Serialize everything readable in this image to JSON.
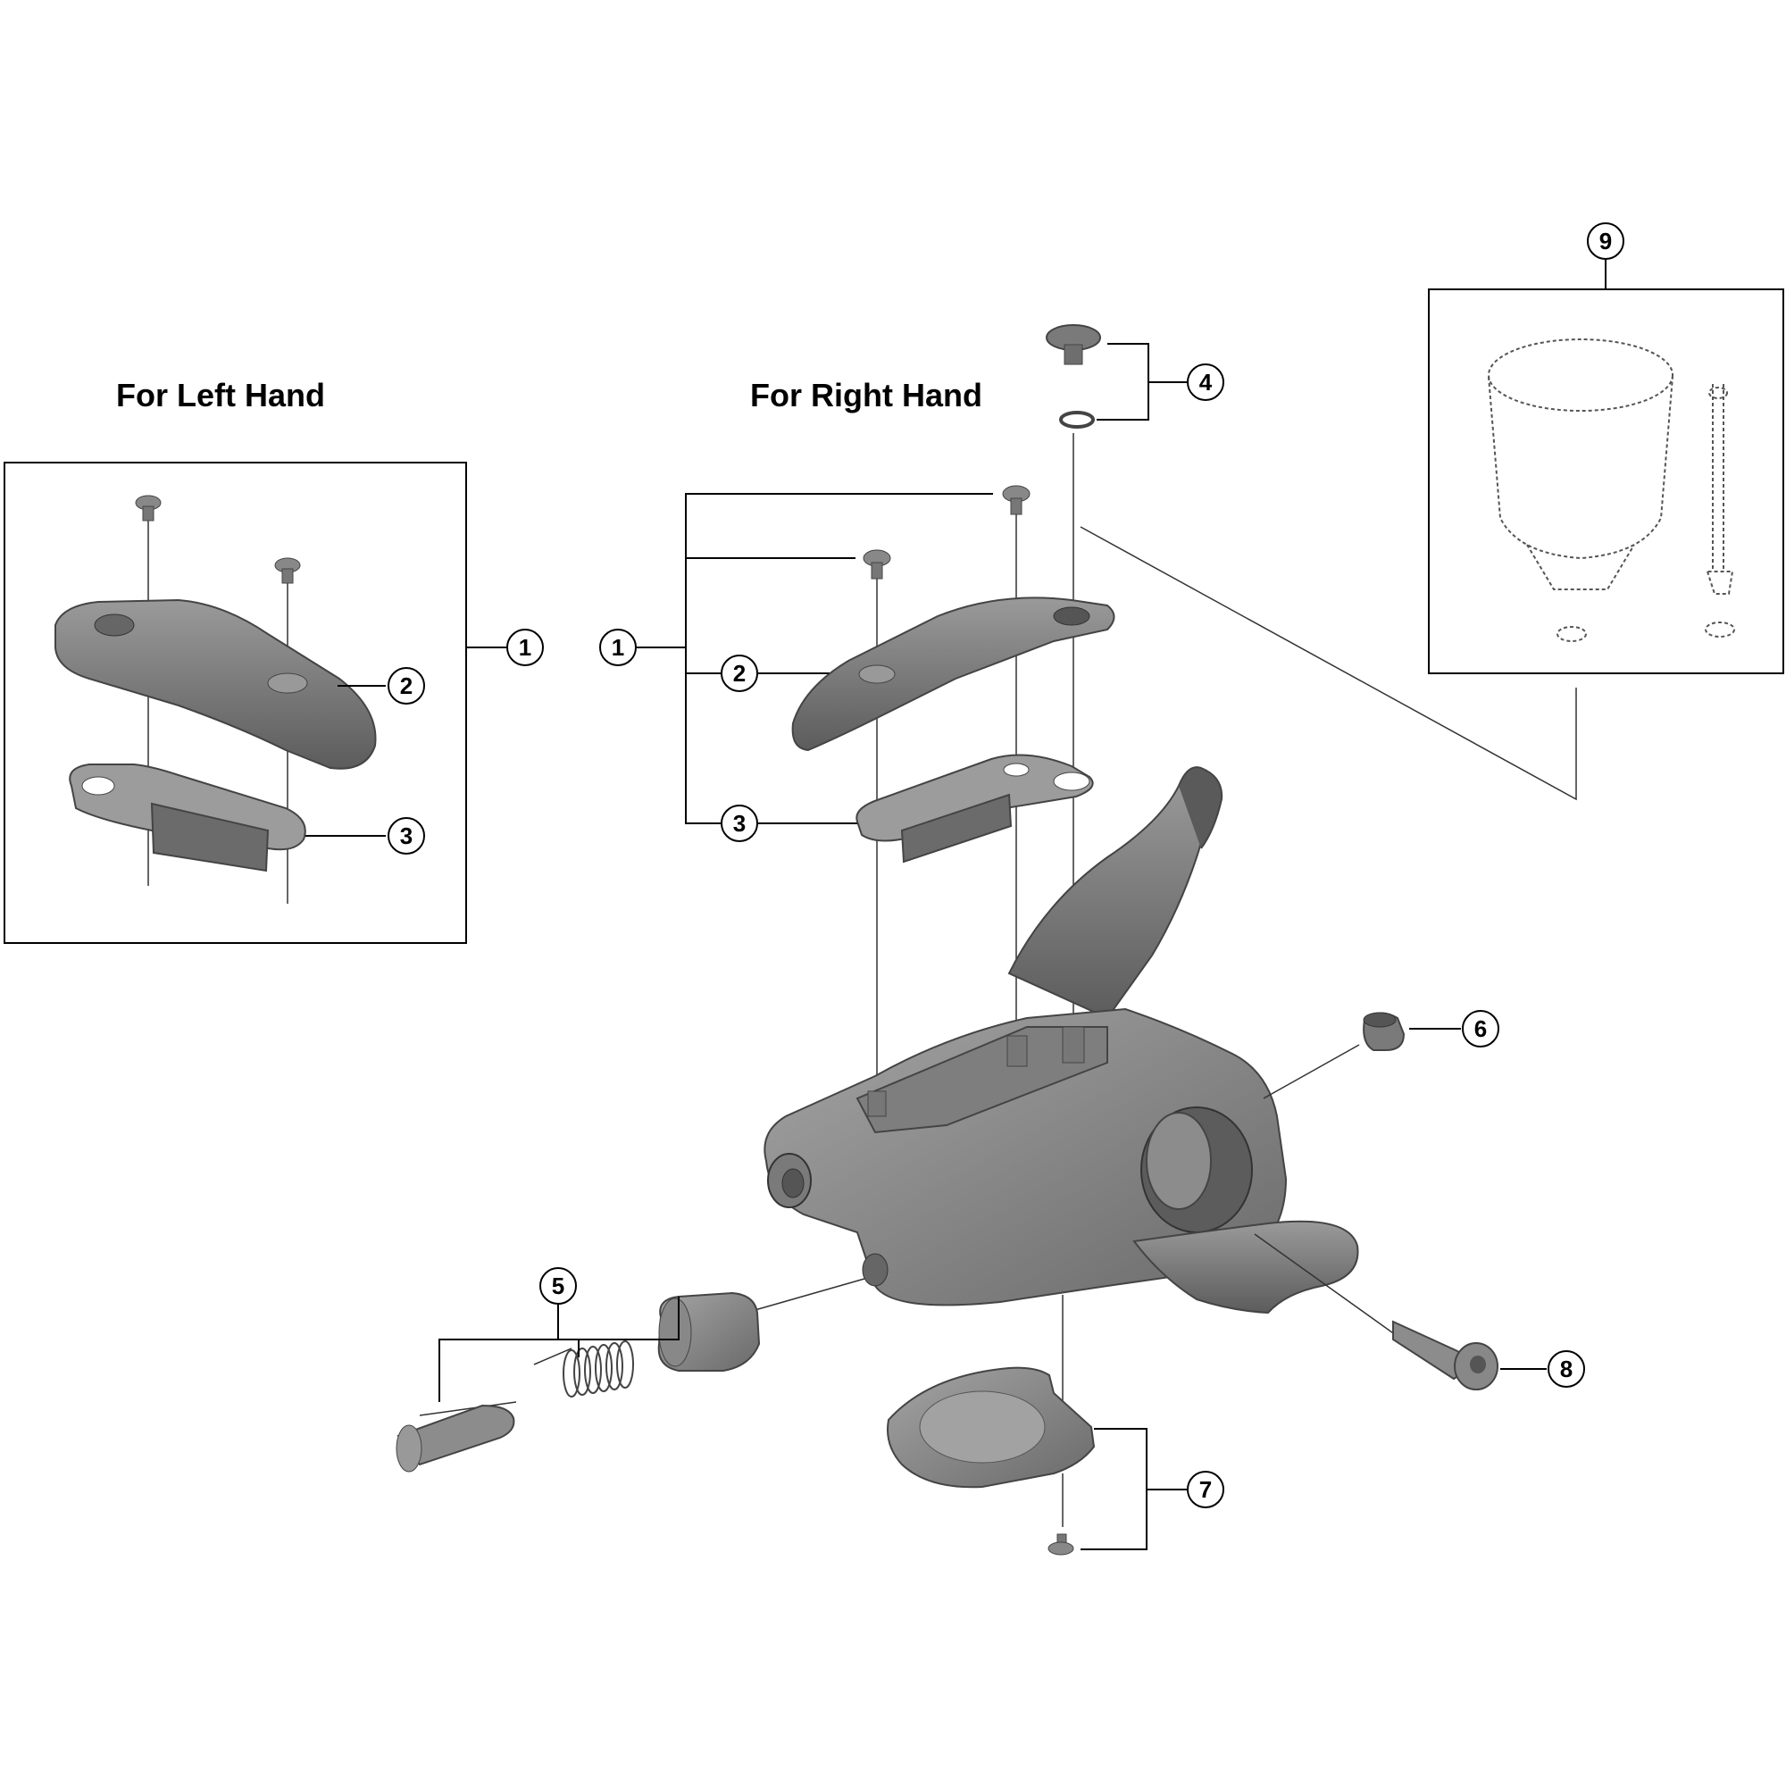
{
  "headings": {
    "left": "For Left Hand",
    "right": "For Right Hand"
  },
  "callouts": {
    "c1": "1",
    "c2": "2",
    "c3": "3",
    "c4": "4",
    "c5": "5",
    "c6": "6",
    "c7": "7",
    "c8": "8",
    "c9": "9"
  },
  "colors": {
    "part_dark": "#6e6e6e",
    "part_mid": "#8a8a8a",
    "part_light": "#a9a9a9",
    "line": "#000000"
  }
}
